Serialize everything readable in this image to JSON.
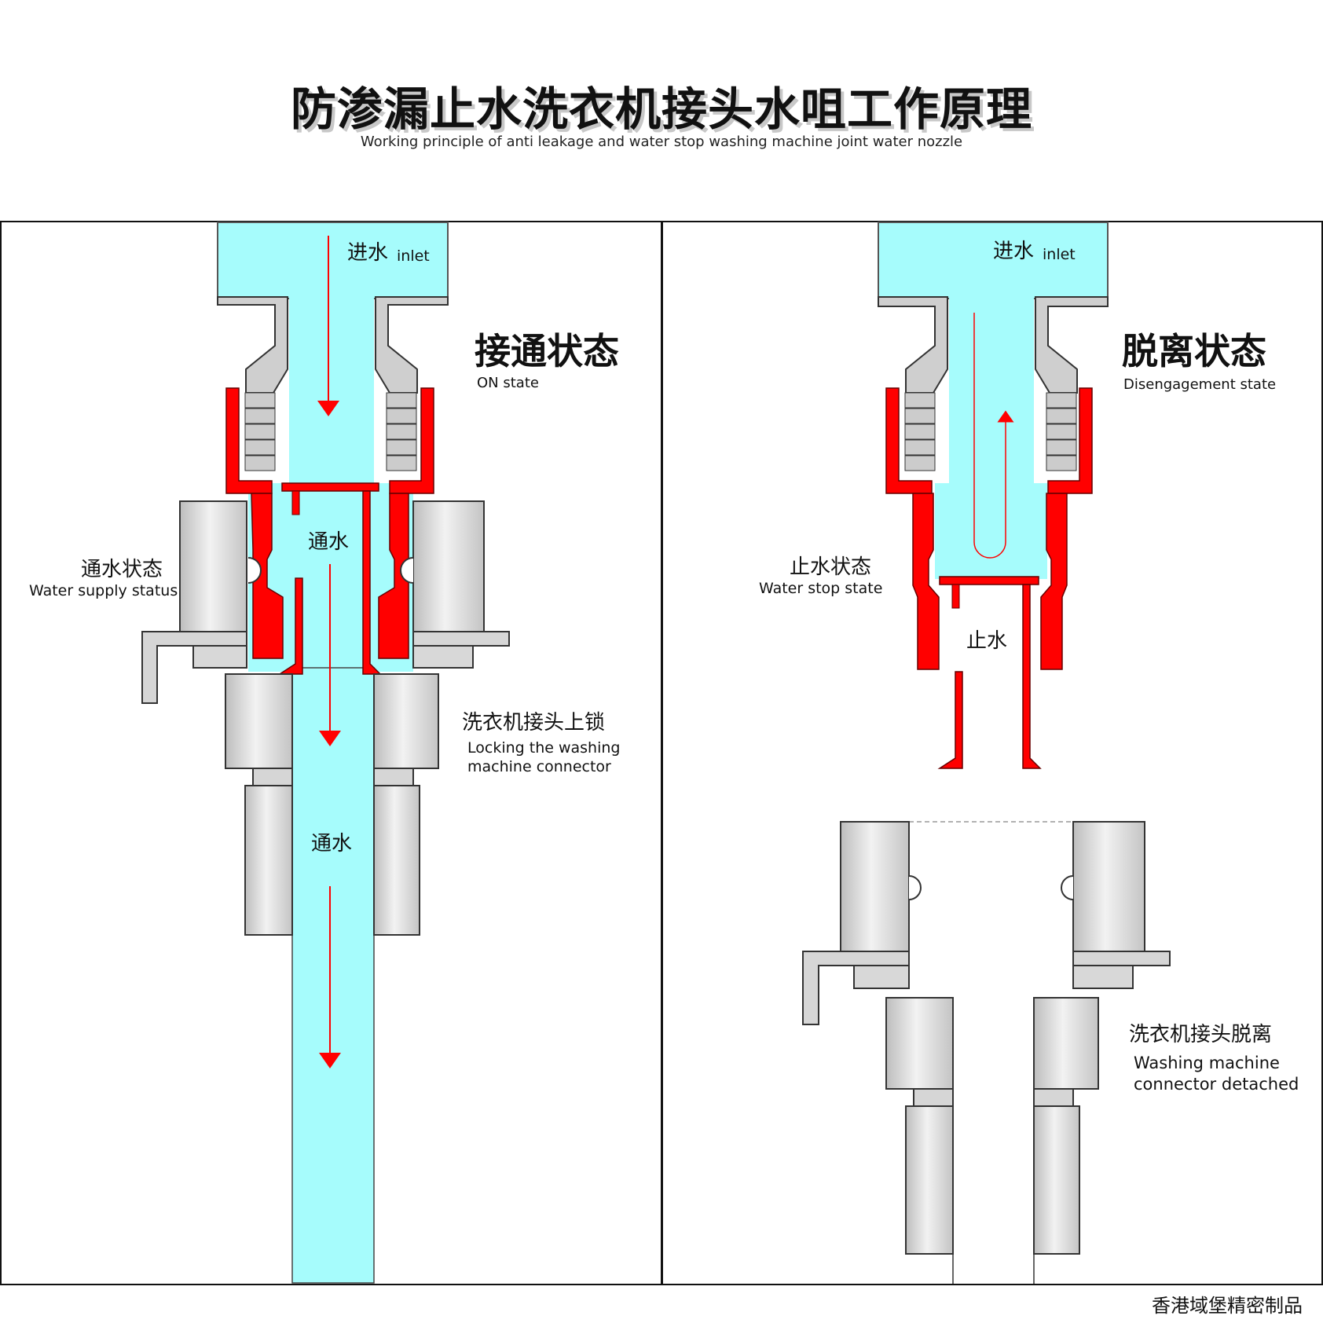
{
  "title": "防渗漏止水洗衣机接头水咀工作原理",
  "subtitle": "Working principle of anti leakage and water stop washing machine joint water nozzle",
  "footer": "香港域堡精密制品",
  "left_panel": {
    "inlet_cn": "进水",
    "inlet_en": "inlet",
    "state_cn": "接通状态",
    "state_en": "ON state",
    "flow1": "通水",
    "flow2": "通水",
    "status_cn": "通水状态",
    "status_en": "Water supply status",
    "lock_cn": "洗衣机接头上锁",
    "lock_en_1": "Locking the washing",
    "lock_en_2": "machine connector"
  },
  "right_panel": {
    "inlet_cn": "进水",
    "inlet_en": "inlet",
    "state_cn": "脱离状态",
    "state_en": "Disengagement state",
    "stop_label": "止水",
    "status_cn": "止水状态",
    "status_en": "Water stop state",
    "detach_cn": "洗衣机接头脱离",
    "detach_en_1": "Washing machine",
    "detach_en_2": "connector detached"
  },
  "colors": {
    "water": "#a6fcfc",
    "seal": "#ff0000",
    "metal": "#d6d6d6",
    "arrow": "#ff0000"
  }
}
